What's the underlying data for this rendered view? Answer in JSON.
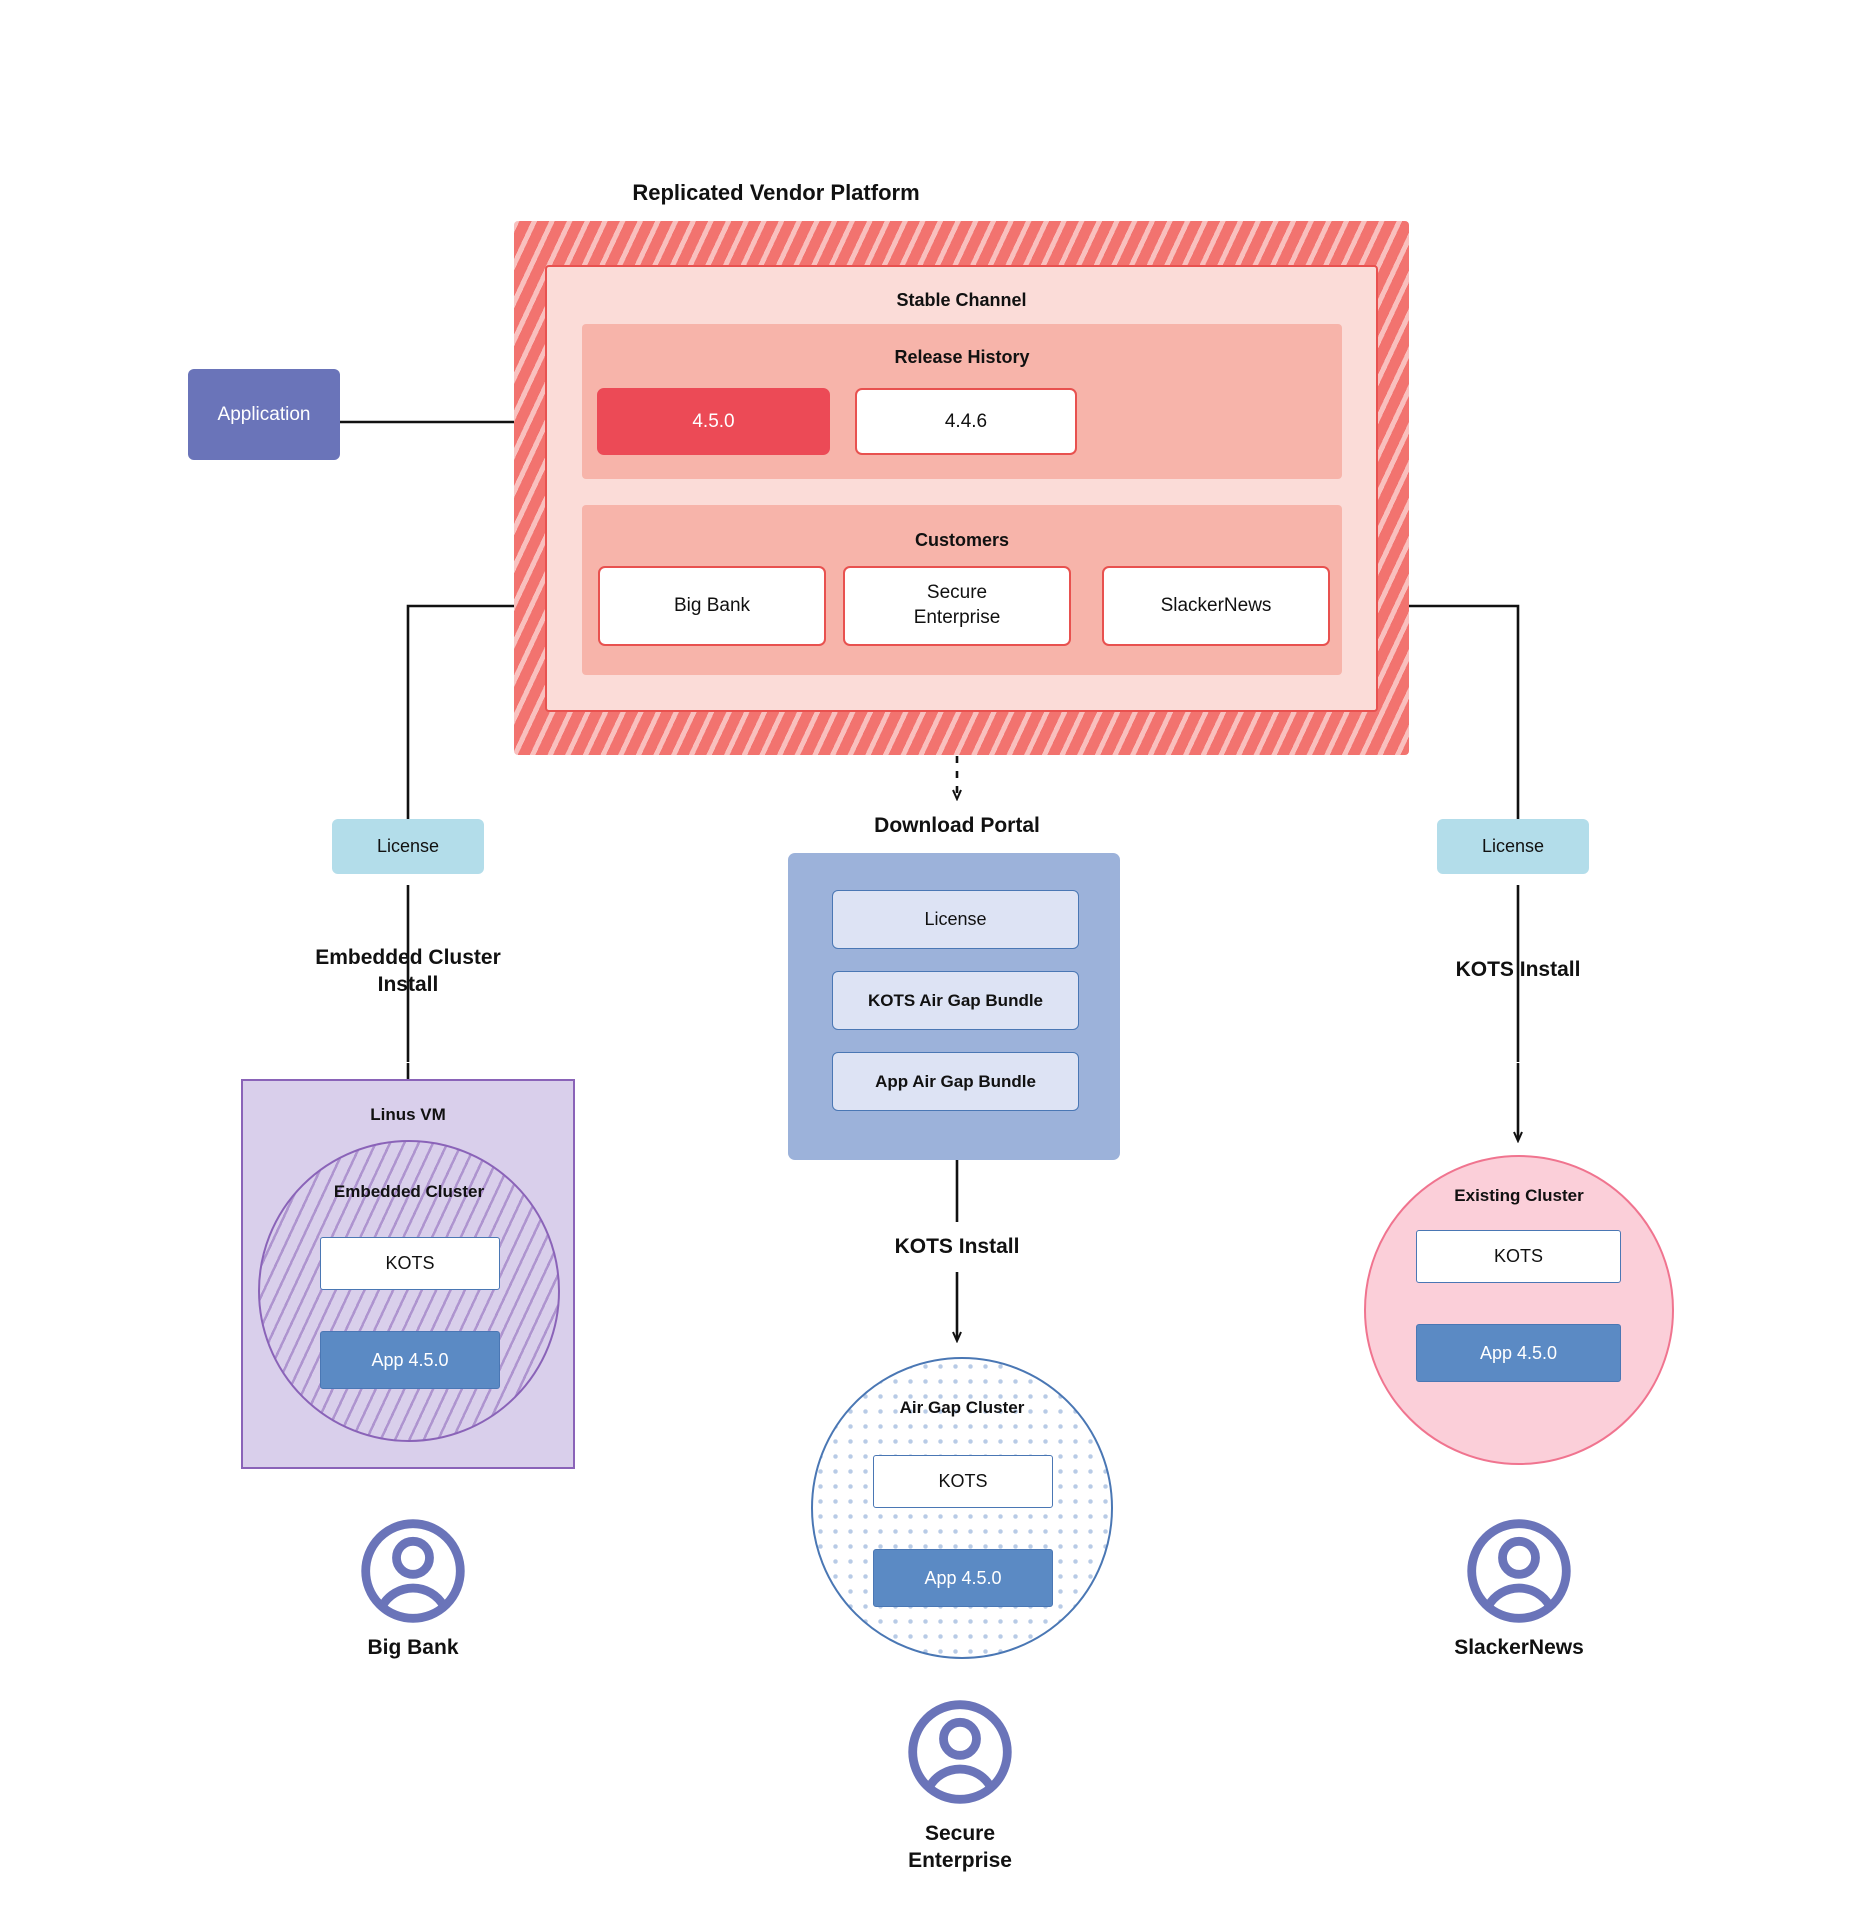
{
  "diagram": {
    "title": "Replicated Vendor Platform"
  },
  "application": {
    "label": "Application"
  },
  "platform": {
    "title": "Replicated Vendor Platform",
    "stable_channel": {
      "label": "Stable Channel",
      "release_history": {
        "label": "Release History",
        "releases": [
          {
            "version": "4.5.0",
            "current": true
          },
          {
            "version": "4.4.6",
            "current": false
          }
        ]
      },
      "customers": {
        "label": "Customers",
        "items": [
          {
            "name": "Big Bank"
          },
          {
            "name": "Secure\nEnterprise"
          },
          {
            "name": "SlackerNews"
          }
        ]
      }
    }
  },
  "left_flow": {
    "license_label": "License",
    "install_label": "Embedded Cluster\nInstall",
    "vm": {
      "label": "Linus VM",
      "cluster_label": "Embedded Cluster",
      "kots_label": "KOTS",
      "app_label": "App 4.5.0"
    },
    "customer_name": "Big Bank"
  },
  "center_flow": {
    "portal_title": "Download  Portal",
    "portal_items": [
      {
        "label": "License"
      },
      {
        "label": "KOTS Air Gap Bundle"
      },
      {
        "label": "App Air Gap Bundle"
      }
    ],
    "install_label": "KOTS Install",
    "cluster": {
      "label": "Air Gap Cluster",
      "kots_label": "KOTS",
      "app_label": "App 4.5.0"
    },
    "customer_name": "Secure\nEnterprise"
  },
  "right_flow": {
    "license_label": "License",
    "install_label": "KOTS Install",
    "cluster": {
      "label": "Existing Cluster",
      "kots_label": "KOTS",
      "app_label": "App 4.5.0"
    },
    "customer_name": "SlackerNews"
  },
  "colors": {
    "platform_red": "#f2736f",
    "release_current": "#ec4a56",
    "application_purple": "#6a74b9",
    "license_blue": "#b3ddea",
    "portal_blue": "#9cb2da",
    "vm_purple": "#d9cfeb",
    "existing_cluster_pink": "#fbcfd9",
    "app_blue": "#5b8ac4"
  },
  "icons": {
    "avatar": "user-avatar-icon"
  }
}
